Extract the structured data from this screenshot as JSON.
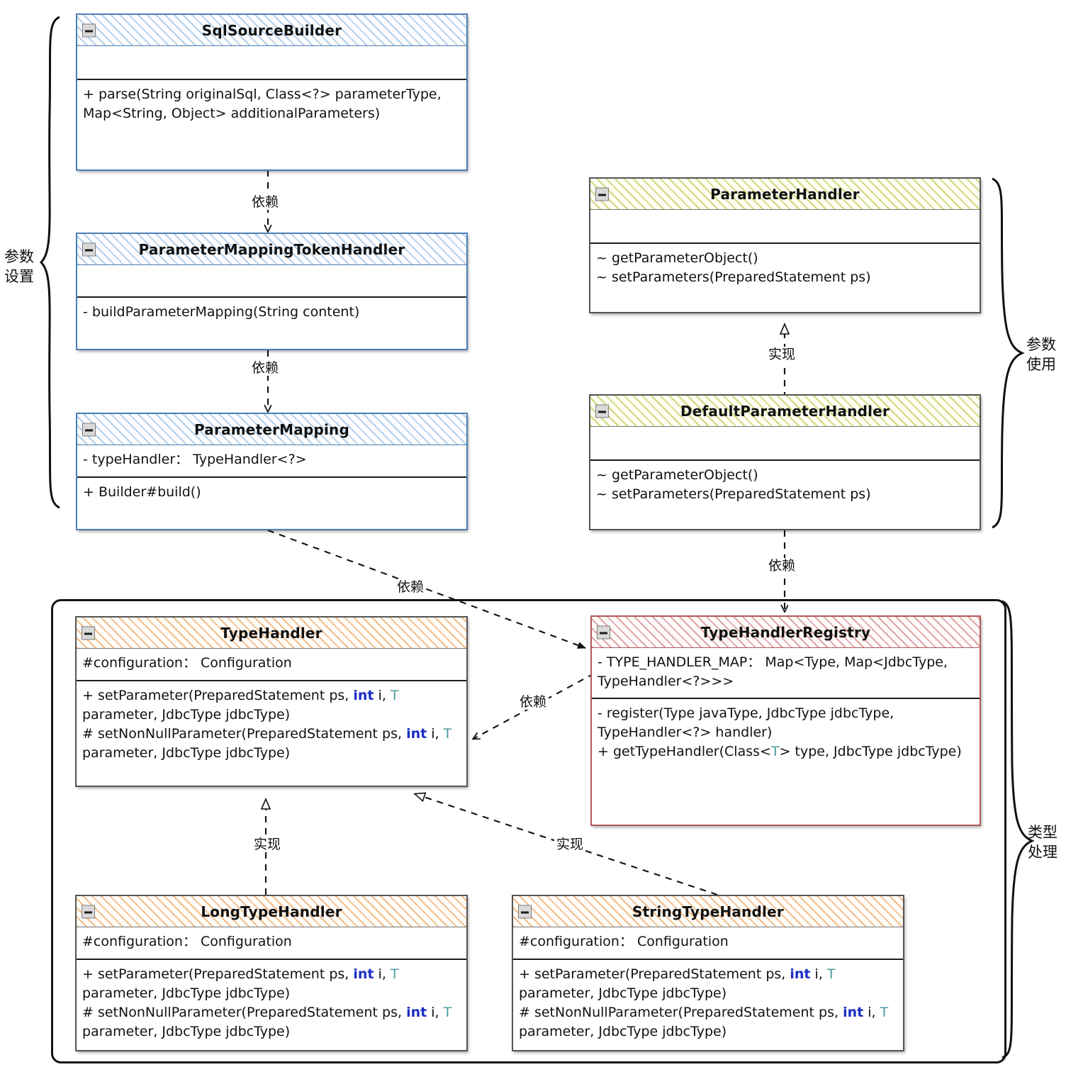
{
  "diagram": {
    "type": "uml-class-diagram",
    "style": "hand-drawn sketch",
    "groups": [
      {
        "id": "param-setting",
        "label": "参数\n设置",
        "side": "left"
      },
      {
        "id": "param-usage",
        "label": "参数\n使用",
        "side": "right"
      },
      {
        "id": "type-handling",
        "label": "类型\n处理",
        "side": "right"
      }
    ],
    "edge_labels": {
      "dependency": "依赖",
      "realization": "实现"
    }
  },
  "classes": {
    "sqlSourceBuilder": {
      "name": "SqlSourceBuilder",
      "attributes": [],
      "methods": [
        "+ parse(String originalSql, Class<?> parameterType, Map<String, Object> additionalParameters)"
      ]
    },
    "parameterMappingTokenHandler": {
      "name": "ParameterMappingTokenHandler",
      "attributes": [],
      "methods": [
        "- buildParameterMapping(String content)"
      ]
    },
    "parameterMapping": {
      "name": "ParameterMapping",
      "attributes": [
        "- typeHandler： TypeHandler<?>"
      ],
      "methods": [
        "+ Builder#build()"
      ]
    },
    "parameterHandler": {
      "name": "ParameterHandler",
      "attributes": [],
      "methods": [
        "~ getParameterObject()",
        "~ setParameters(PreparedStatement ps)"
      ]
    },
    "defaultParameterHandler": {
      "name": "DefaultParameterHandler",
      "attributes": [],
      "methods": [
        "~ getParameterObject()",
        "~ setParameters(PreparedStatement ps)"
      ]
    },
    "typeHandler": {
      "name": "TypeHandler",
      "attributes": [
        "#configuration： Configuration"
      ],
      "methods": [
        "+ setParameter(PreparedStatement ps, int i, T parameter, JdbcType jdbcType)",
        "# setNonNullParameter(PreparedStatement ps, int i, T parameter, JdbcType jdbcType)"
      ]
    },
    "typeHandlerRegistry": {
      "name": "TypeHandlerRegistry",
      "attributes": [
        "- TYPE_HANDLER_MAP： Map<Type, Map<JdbcType, TypeHandler<?>>>"
      ],
      "methods": [
        "- register(Type javaType, JdbcType jdbcType, TypeHandler<?> handler)",
        "+ getTypeHandler(Class<T> type, JdbcType jdbcType)"
      ]
    },
    "longTypeHandler": {
      "name": "LongTypeHandler",
      "attributes": [
        "#configuration： Configuration"
      ],
      "methods": [
        "+ setParameter(PreparedStatement ps, int i, T parameter, JdbcType jdbcType)",
        "# setNonNullParameter(PreparedStatement ps, int i, T parameter, JdbcType jdbcType)"
      ]
    },
    "stringTypeHandler": {
      "name": "StringTypeHandler",
      "attributes": [
        "#configuration： Configuration"
      ],
      "methods": [
        "+ setParameter(PreparedStatement ps, int i, T parameter, JdbcType jdbcType)",
        "# setNonNullParameter(PreparedStatement ps, int i, T parameter, JdbcType jdbcType)"
      ]
    }
  },
  "edges": [
    {
      "from": "sqlSourceBuilder",
      "to": "parameterMappingTokenHandler",
      "label": "依赖",
      "kind": "dependency"
    },
    {
      "from": "parameterMappingTokenHandler",
      "to": "parameterMapping",
      "label": "依赖",
      "kind": "dependency"
    },
    {
      "from": "defaultParameterHandler",
      "to": "parameterHandler",
      "label": "实现",
      "kind": "realization"
    },
    {
      "from": "defaultParameterHandler",
      "to": "typeHandlerRegistry",
      "label": "依赖",
      "kind": "dependency"
    },
    {
      "from": "parameterMapping",
      "to": "typeHandlerRegistry",
      "label": "依赖",
      "kind": "dependency"
    },
    {
      "from": "typeHandlerRegistry",
      "to": "typeHandler",
      "label": "依赖",
      "kind": "dependency"
    },
    {
      "from": "longTypeHandler",
      "to": "typeHandler",
      "label": "实现",
      "kind": "realization"
    },
    {
      "from": "stringTypeHandler",
      "to": "typeHandler",
      "label": "实现",
      "kind": "realization"
    }
  ],
  "colors": {
    "blue_hatch": "#78aad7",
    "olive_hatch": "#c4c85a",
    "orange_hatch": "#f0b278",
    "red_hatch": "#c86e6e",
    "keyword_int": "#1a2ec4",
    "keyword_T": "#4c9ba3",
    "outline": "#141414"
  }
}
